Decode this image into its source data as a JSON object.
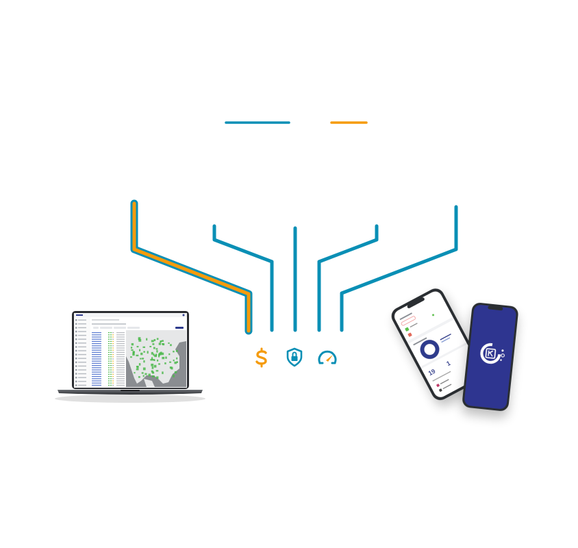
{
  "colors": {
    "background": "#ffffff",
    "teal": "#0a8fb5",
    "orange": "#f59b0c",
    "phone_screen_blue": "#2e3590",
    "device_frame": "#2b2d31",
    "laptop_base": "#4a4d52",
    "map_land": "#e6e7e8",
    "map_water": "#8a8d91",
    "map_dots": "#4cb84c",
    "ui_accent": "#2d3a8c"
  },
  "legend_lines": [
    {
      "name": "teal-legend-line",
      "color_key": "teal"
    },
    {
      "name": "orange-legend-line",
      "color_key": "orange"
    }
  ],
  "icons": [
    {
      "name": "dollar-icon",
      "color_key": "orange"
    },
    {
      "name": "shield-lock-icon",
      "color_key": "teal"
    },
    {
      "name": "speedometer-icon",
      "color_key": "teal"
    }
  ],
  "devices": {
    "laptop": {
      "name": "laptop-dashboard-map"
    },
    "phone_back": {
      "name": "phone-dashboard",
      "stats": [
        "19",
        "1"
      ]
    },
    "phone_front": {
      "name": "phone-logo-splash"
    }
  }
}
